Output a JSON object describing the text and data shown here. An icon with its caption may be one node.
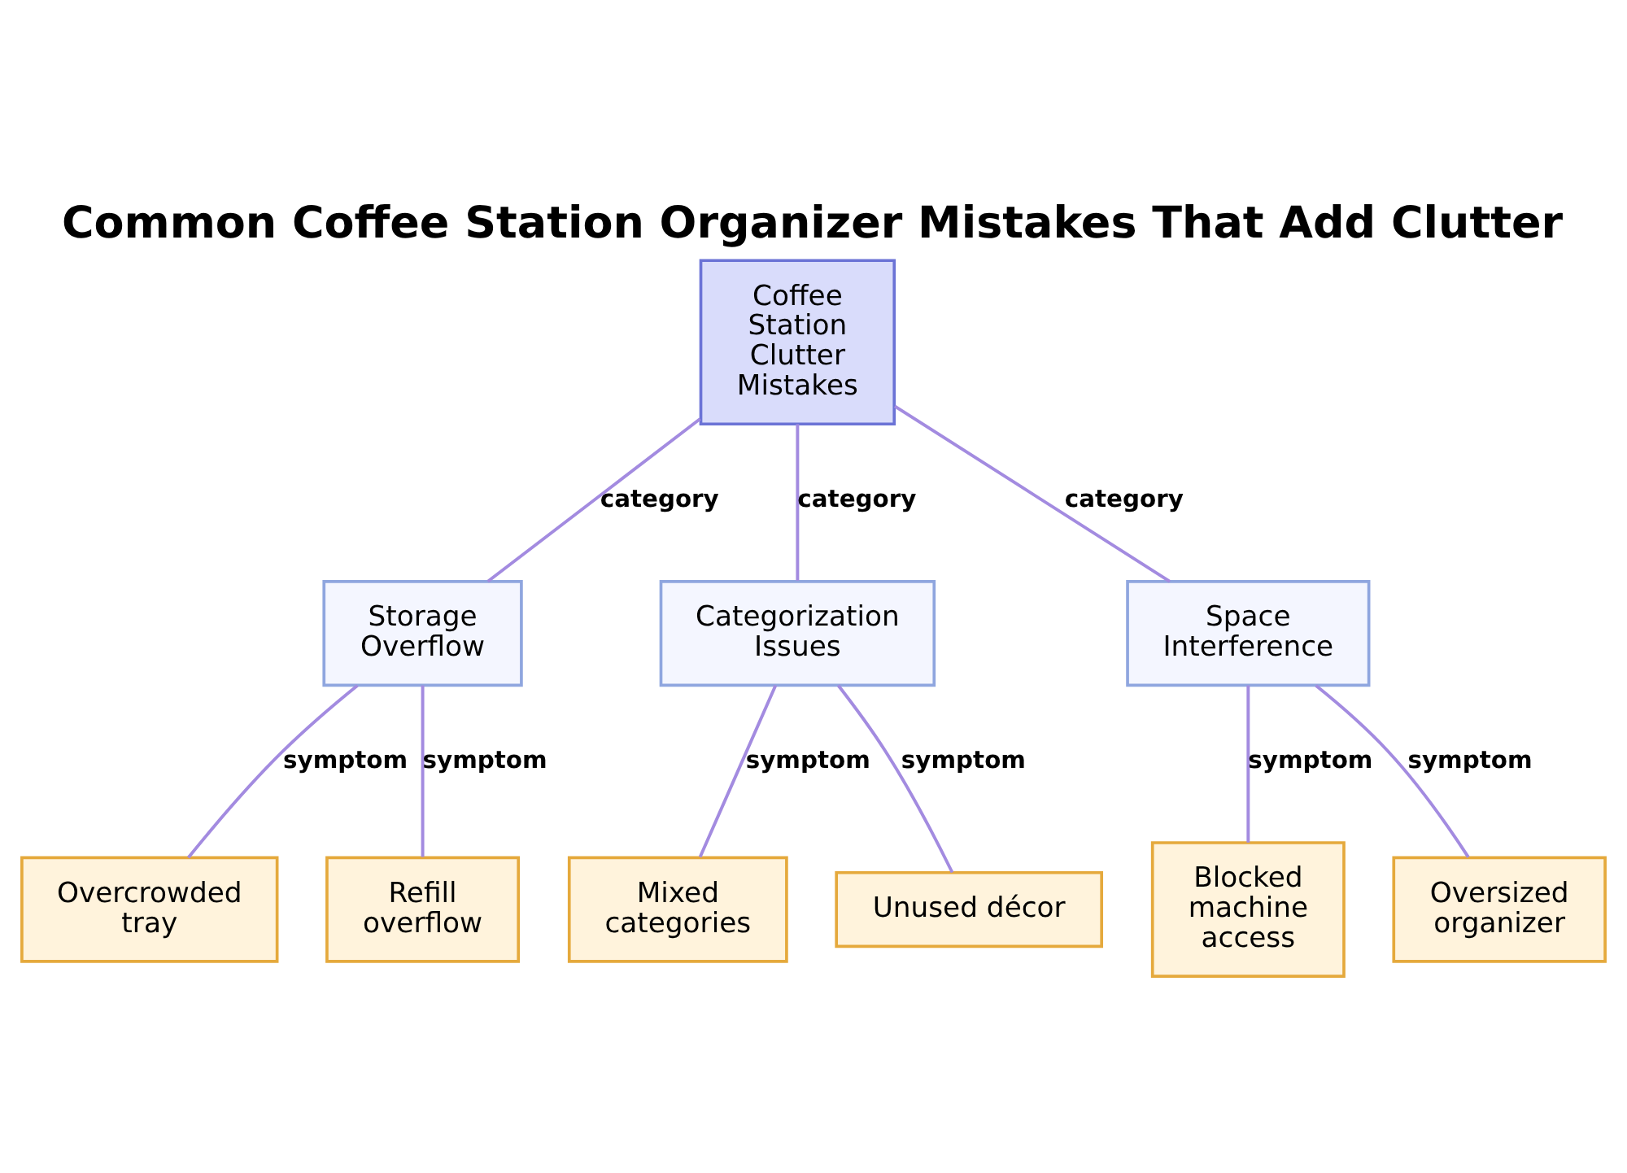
{
  "diagram": {
    "title": "Common Coffee Station Organizer Mistakes That Add Clutter",
    "nodes": [
      {
        "text": [
          "Coffee Station Clutter Mistakes"
        ]
      },
      {
        "text": [
          "Storage Overflow"
        ]
      },
      {
        "text": [
          "Categorization Issues"
        ]
      },
      {
        "text": [
          "Space Interference"
        ]
      },
      {
        "text": [
          "Overcrowded tray"
        ]
      },
      {
        "text": [
          "Refill overflow"
        ]
      },
      {
        "text": [
          "Mixed categories"
        ]
      },
      {
        "text": [
          "Unused décor"
        ]
      },
      {
        "text": [
          "Blocked machine access"
        ]
      },
      {
        "text": [
          "Oversized organizer"
        ]
      }
    ],
    "edges": [
      {
        "from": 0,
        "to": 1,
        "arrow": "none",
        "label": "category"
      },
      {
        "from": 0,
        "to": 2,
        "arrow": "none",
        "label": "category"
      },
      {
        "from": 0,
        "to": 3,
        "arrow": "none",
        "label": "category"
      },
      {
        "from": 1,
        "to": 4,
        "arrow": "none",
        "label": "symptom"
      },
      {
        "from": 1,
        "to": 5,
        "arrow": "none",
        "label": "symptom"
      },
      {
        "from": 2,
        "to": 6,
        "arrow": "none",
        "label": "symptom"
      },
      {
        "from": 2,
        "to": 7,
        "arrow": "none",
        "label": "symptom"
      },
      {
        "from": 3,
        "to": 8,
        "arrow": "none",
        "label": "symptom"
      },
      {
        "from": 3,
        "to": 9,
        "arrow": "none",
        "label": "symptom"
      }
    ]
  }
}
